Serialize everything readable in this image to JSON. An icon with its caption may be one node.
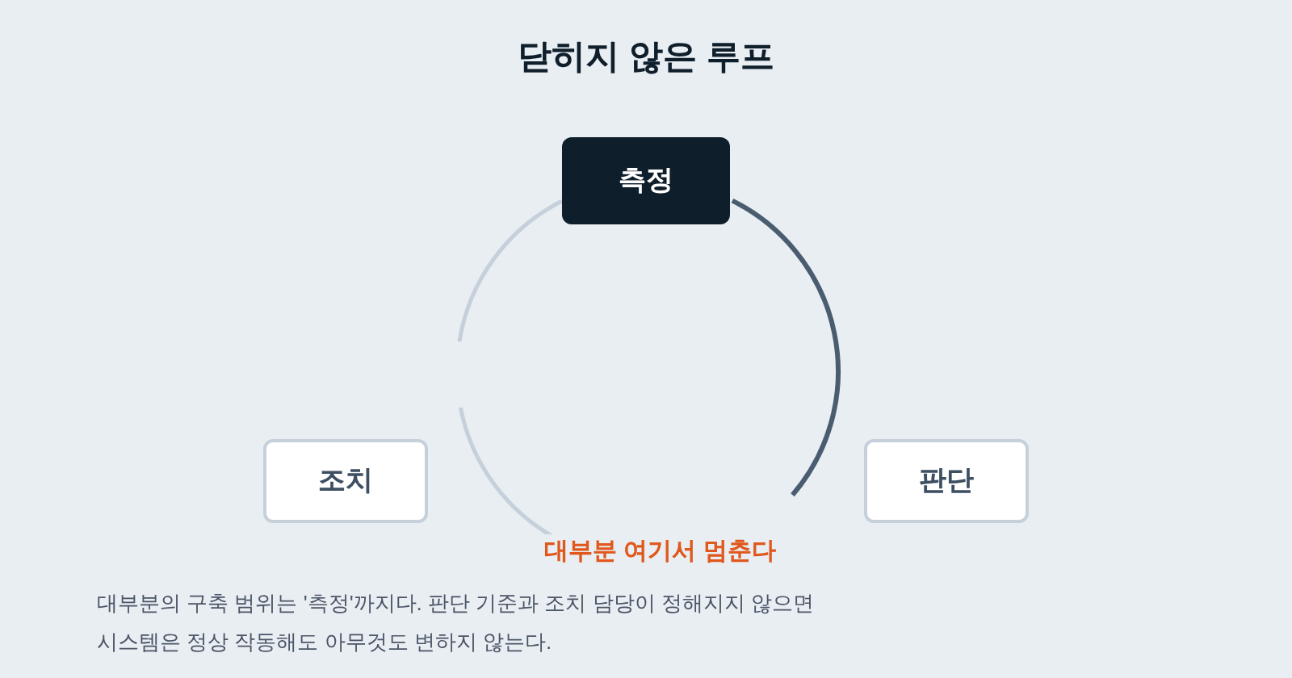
{
  "diagram": {
    "title": "닫히지 않은 루프",
    "nodes": [
      {
        "text": [
          "측정"
        ]
      },
      {
        "text": [
          "판단"
        ]
      },
      {
        "text": [
          "조치"
        ]
      }
    ],
    "labels": [
      "대부분 여기서 멈춘다",
      "대부분의 구축 범위는 '측정'까지다. 판단 기준과 조치 담당이 정해지지 않으면 시스템은 정상 작동해도 아무것도 변하지 않는다."
    ]
  }
}
